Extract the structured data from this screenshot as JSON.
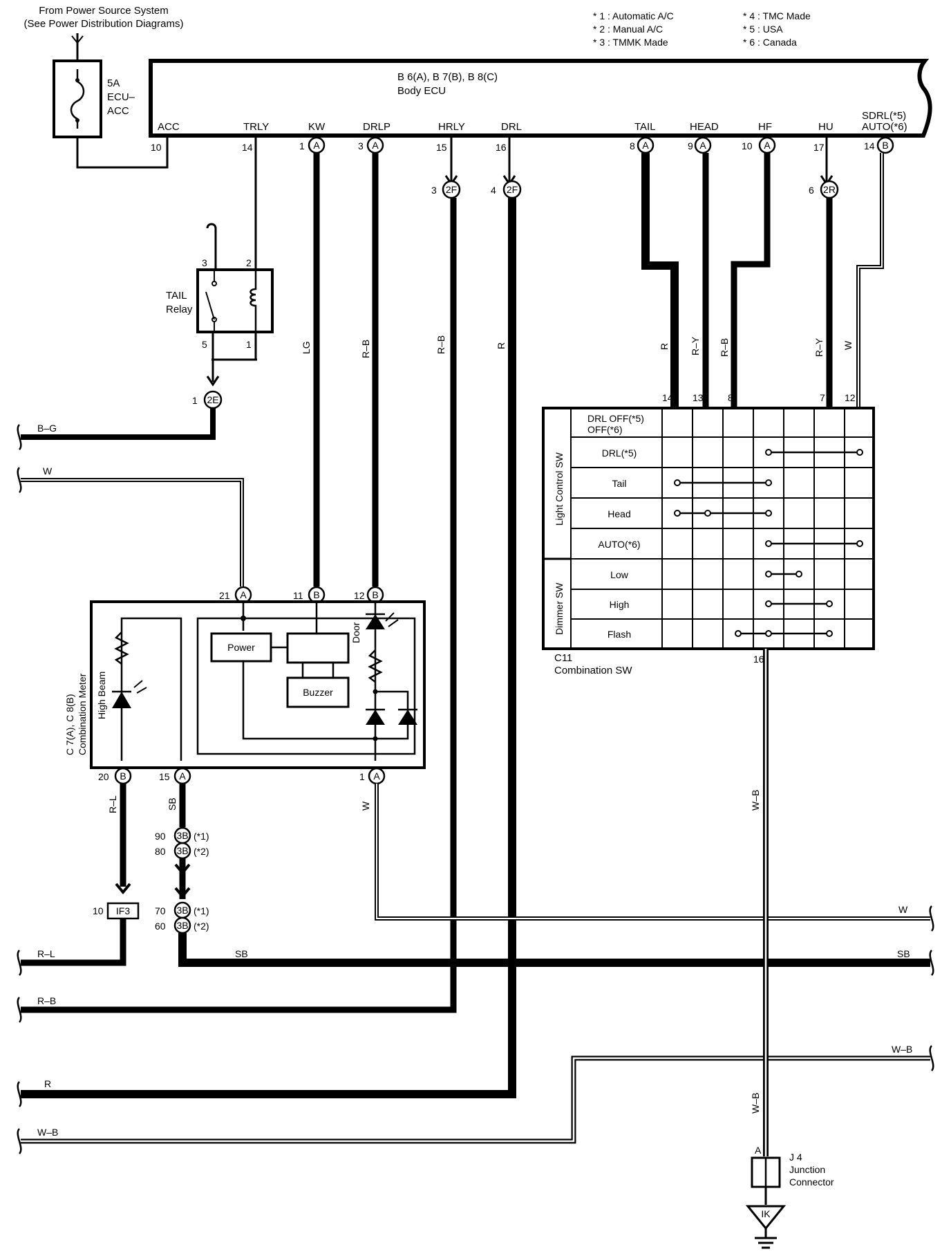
{
  "header": {
    "source_line1": "From Power Source System",
    "source_line2": "(See Power Distribution Diagrams)",
    "notes_left": [
      "* 1 : Automatic A/C",
      "* 2 : Manual A/C",
      "* 3 : TMMK Made"
    ],
    "notes_right": [
      "* 4 : TMC Made",
      "* 5 : USA",
      "* 6 : Canada"
    ]
  },
  "fuse": {
    "rating": "5A",
    "name1": "ECU–",
    "name2": "ACC"
  },
  "body_ecu": {
    "connectors": "B 6(A), B 7(B), B 8(C)",
    "name": "Body ECU",
    "terminals": [
      {
        "label": "ACC",
        "pin": "10",
        "conn": ""
      },
      {
        "label": "TRLY",
        "pin": "14",
        "conn": ""
      },
      {
        "label": "KW",
        "pin": "1",
        "conn": "A"
      },
      {
        "label": "DRLP",
        "pin": "3",
        "conn": "A"
      },
      {
        "label": "HRLY",
        "pin": "15",
        "conn": ""
      },
      {
        "label": "DRL",
        "pin": "16",
        "conn": ""
      },
      {
        "label": "TAIL",
        "pin": "8",
        "conn": "A"
      },
      {
        "label": "HEAD",
        "pin": "9",
        "conn": "A"
      },
      {
        "label": "HF",
        "pin": "10",
        "conn": "A"
      },
      {
        "label": "HU",
        "pin": "17",
        "conn": ""
      },
      {
        "label": "SDRL(*5)",
        "pin": "14",
        "conn": "B"
      }
    ],
    "terminal_last_alt": "AUTO(*6)"
  },
  "inline_connectors": {
    "hrly": {
      "pin": "3",
      "id": "2F"
    },
    "drl": {
      "pin": "4",
      "id": "2F"
    },
    "hu": {
      "pin": "6",
      "id": "2R"
    },
    "tail_relay_out": {
      "pin": "1",
      "id": "2E"
    }
  },
  "tail_relay": {
    "name1": "TAIL",
    "name2": "Relay",
    "pins": [
      "3",
      "2",
      "5",
      "1"
    ]
  },
  "wire_colors": {
    "kw": "LG",
    "drlp": "R–B",
    "hrly": "R–B",
    "drl": "R",
    "tail": "R",
    "head": "R–Y",
    "hf": "R–B",
    "hu": "R–Y",
    "sdrl": "W",
    "c11_ground": "W–B",
    "j4_ground": "W–B",
    "meter_20": "R–L",
    "meter_15": "SB",
    "meter_1": "W"
  },
  "left_bus": [
    "B–G",
    "W",
    "R–L",
    "R–B",
    "R",
    "W–B"
  ],
  "right_bus": [
    "W",
    "SB",
    "W–B"
  ],
  "mid_bus_label": "SB",
  "combination_sw": {
    "id": "C11",
    "name": "Combination SW",
    "pins": [
      "14",
      "13",
      "8",
      "7",
      "12"
    ],
    "ground_pin": "16",
    "group_light": "Light Control SW",
    "group_dimmer": "Dimmer SW",
    "rows": [
      "DRL OFF(*5)",
      "OFF(*6)",
      "DRL(*5)",
      "Tail",
      "Head",
      "AUTO(*6)",
      "Low",
      "High",
      "Flash"
    ]
  },
  "combination_meter": {
    "name1": "C 7(A), C 8(B)",
    "name2": "Combination Meter",
    "high_beam": "High Beam",
    "power": "Power",
    "buzzer": "Buzzer",
    "door": "Door",
    "pins_top": [
      {
        "pin": "21",
        "conn": "A"
      },
      {
        "pin": "11",
        "conn": "B"
      },
      {
        "pin": "12",
        "conn": "B"
      }
    ],
    "pins_bottom": [
      {
        "pin": "20",
        "conn": "B"
      },
      {
        "pin": "15",
        "conn": "A"
      },
      {
        "pin": "1",
        "conn": "A"
      }
    ]
  },
  "junction_3b": [
    {
      "pin": "90",
      "id": "3B",
      "note": "(*1)"
    },
    {
      "pin": "80",
      "id": "3B",
      "note": "(*2)"
    },
    {
      "pin": "70",
      "id": "3B",
      "note": "(*1)"
    },
    {
      "pin": "60",
      "id": "3B",
      "note": "(*2)"
    }
  ],
  "if3": {
    "pin": "10",
    "id": "IF3"
  },
  "j4": {
    "pin": "A",
    "id": "J 4",
    "name1": "Junction",
    "name2": "Connector"
  },
  "ground": {
    "id": "IK"
  }
}
